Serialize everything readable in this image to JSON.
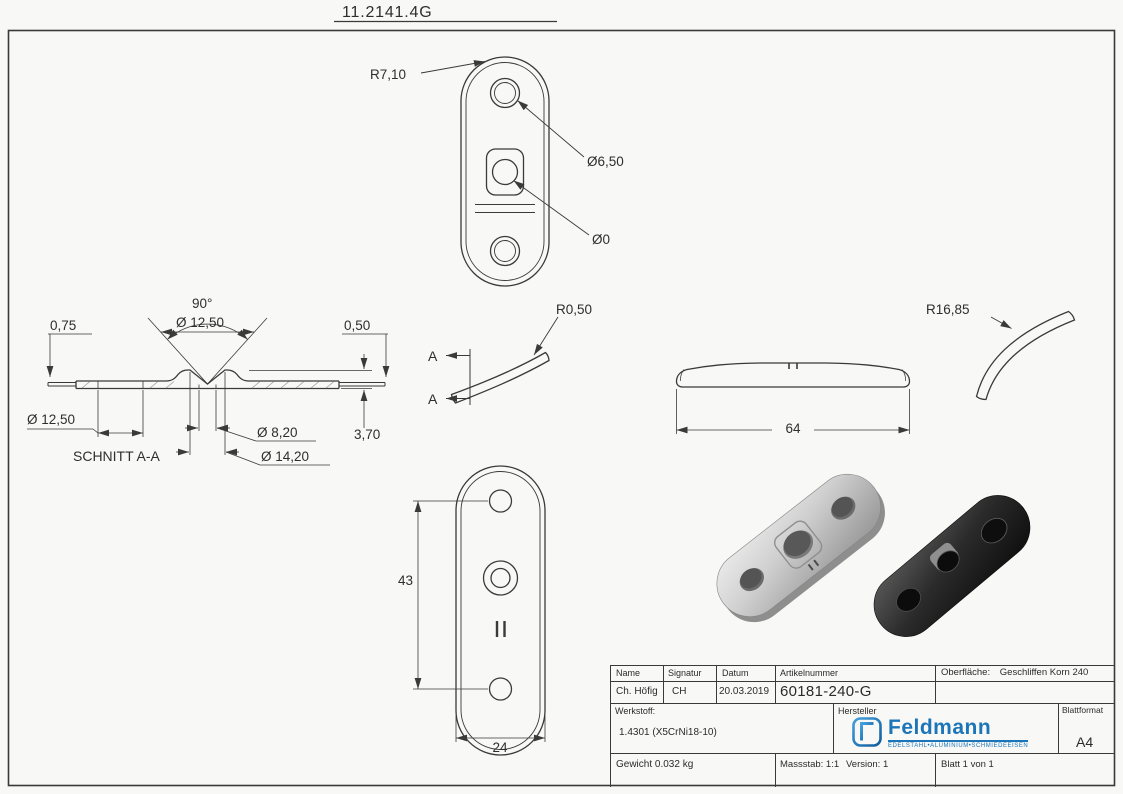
{
  "drawing_title": "11.2141.4G",
  "colors": {
    "line": "#3a3a3a",
    "brand_blue": "#1c75b8"
  },
  "views": {
    "top": {
      "radius_label": "R7,10",
      "hole_label": "Ø6,50",
      "center_label": "Ø0"
    },
    "section": {
      "caption": "SCHNITT A-A",
      "left_thickness": "0,75",
      "countersink_angle": "90°",
      "countersink_dia_top": "Ø 12,50",
      "right_thickness": "0,50",
      "hole_dia_left": "Ø 12,50",
      "hole_dia_center": "Ø 8,20",
      "overall_height": "3,70",
      "countersink_dia": "Ø 14,20"
    },
    "side_section": {
      "cut_label_top": "A",
      "cut_label_bottom": "A",
      "fillet_radius": "R0,50"
    },
    "side": {
      "length": "64",
      "saddle_radius": "R16,85"
    },
    "front": {
      "hole_spacing": "43",
      "width": "24"
    }
  },
  "title_block": {
    "headers": {
      "name": "Name",
      "signatur": "Signatur",
      "datum": "Datum",
      "artikelnummer": "Artikelnummer",
      "oberflaeche": "Oberfläche:",
      "werkstoff": "Werkstoff:",
      "hersteller": "Hersteller",
      "blattformat": "Blattformat"
    },
    "values": {
      "name": "Ch. Höfig",
      "signatur": "CH",
      "datum": "20.03.2019",
      "artikelnummer": "60181-240-G",
      "oberflaeche": "Geschliffen Korn 240",
      "werkstoff": "1.4301 (X5CrNi18-10)",
      "blattformat": "A4",
      "gewicht": "Gewicht 0.032 kg",
      "massstab": "Massstab: 1:1",
      "version": "Version: 1",
      "blatt": "Blatt 1 von 1"
    },
    "logo": {
      "brand": "Feldmann",
      "tagline": "EDELSTAHL•ALUMINIUM•SCHMIEDEEISEN"
    }
  }
}
